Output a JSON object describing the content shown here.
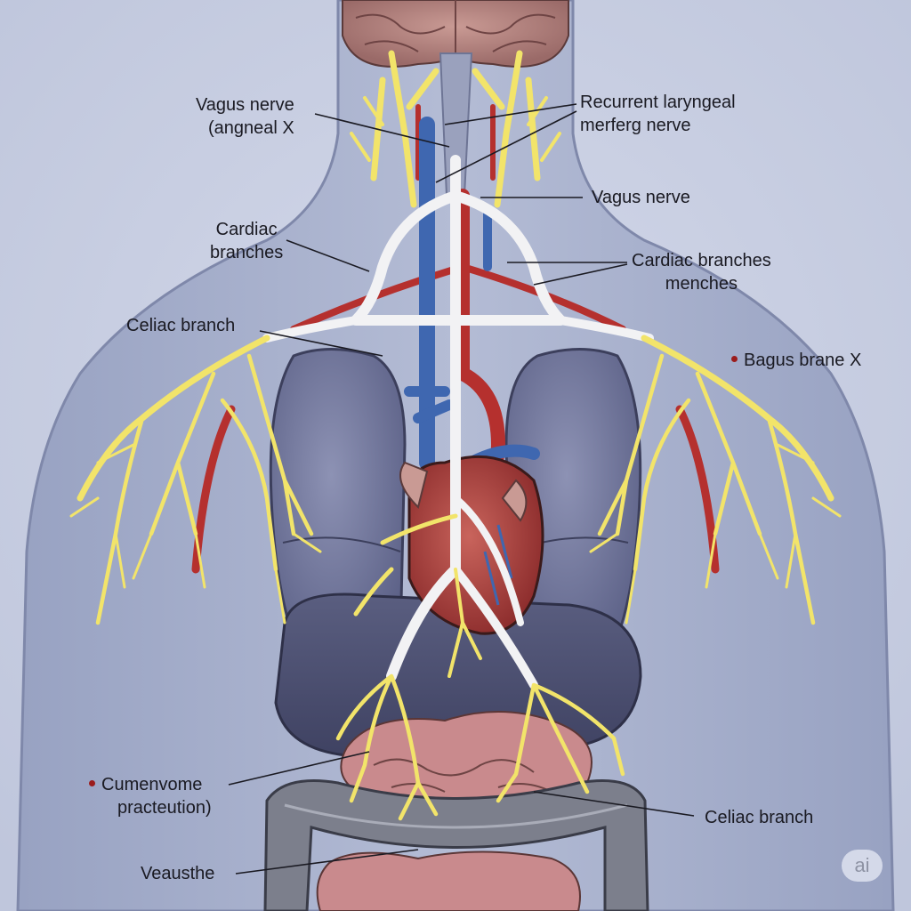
{
  "diagram": {
    "subject": "Vagus nerve anatomy illustration (thorax and abdomen)",
    "colors": {
      "background": "#c9cfe2",
      "body_silhouette": "#a9b2cc",
      "nerve_yellow": "#f2e46a",
      "nerve_white": "#f2f2f4",
      "artery_red": "#b5302e",
      "vein_blue": "#3f67b0",
      "lung": "#6f7499",
      "heart": "#b3433f",
      "intestine_pink": "#c98a8d",
      "colon_gray": "#7c7f8c",
      "brain": "#b98783",
      "label_dot": "#9b1c1c"
    },
    "labels": [
      {
        "id": "vagus-nerve-top-left",
        "lines": [
          "Vagus nerve",
          "(angneal X"
        ],
        "has_dot": false
      },
      {
        "id": "recurrent-laryngeal",
        "lines": [
          "Recurrent laryngeal",
          "merferg nerve"
        ],
        "has_dot": false
      },
      {
        "id": "vagus-nerve-right",
        "lines": [
          "Vagus nerve"
        ],
        "has_dot": false
      },
      {
        "id": "cardiac-branches-left",
        "lines": [
          "Cardiac",
          "branches"
        ],
        "has_dot": false
      },
      {
        "id": "cardiac-branches-right",
        "lines": [
          "Cardiac branches",
          "menches"
        ],
        "has_dot": false
      },
      {
        "id": "celiac-branch-left",
        "lines": [
          "Celiac branch"
        ],
        "has_dot": false
      },
      {
        "id": "bagus-brane",
        "lines": [
          "Bagus brane X"
        ],
        "has_dot": true
      },
      {
        "id": "cumenvome",
        "lines": [
          "Cumenvome",
          "practeution)"
        ],
        "has_dot": true
      },
      {
        "id": "celiac-branch-bottom",
        "lines": [
          "Celiac branch"
        ],
        "has_dot": false
      },
      {
        "id": "veausthe",
        "lines": [
          "Veausthe"
        ],
        "has_dot": false
      }
    ],
    "watermark": "ai"
  }
}
